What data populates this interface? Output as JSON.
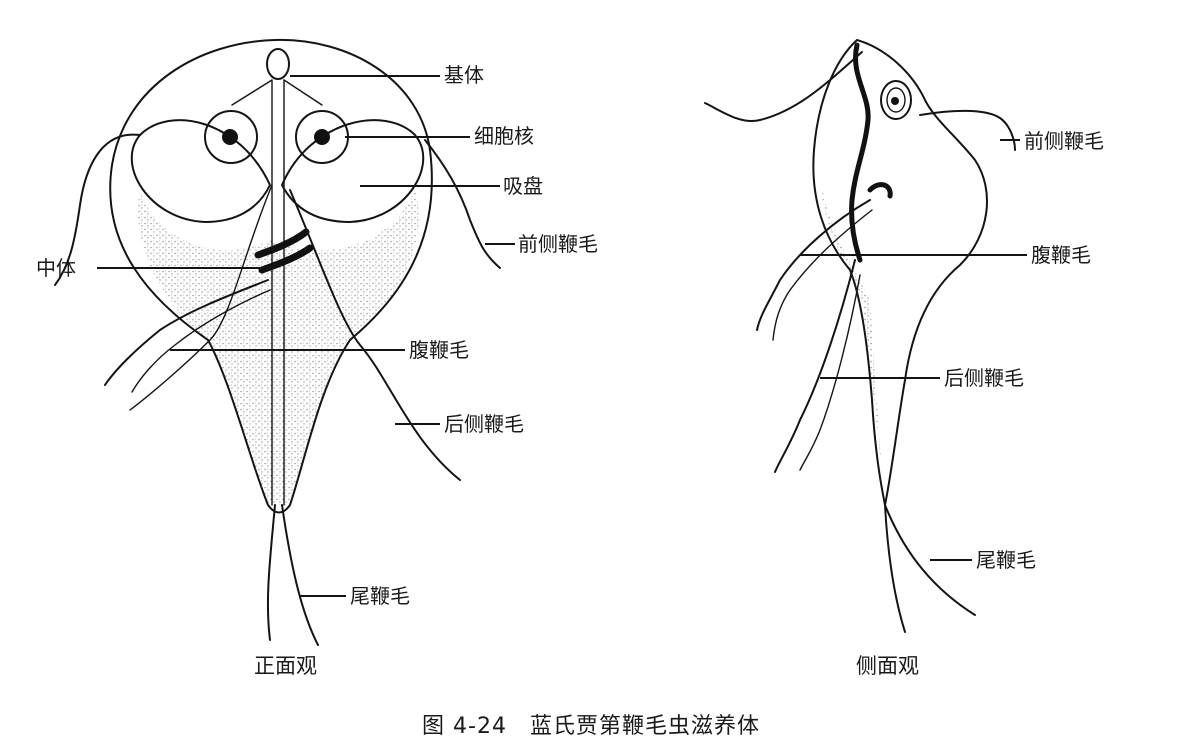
{
  "figure": {
    "caption": "图 4-24　蓝氏贾第鞭毛虫滋养体",
    "front_view": {
      "title": "正面观",
      "labels": {
        "basal_body": "基体",
        "nucleus": "细胞核",
        "sucking_disc": "吸盘",
        "anterior_flagella": "前侧鞭毛",
        "median_body": "中体",
        "ventral_flagella": "腹鞭毛",
        "posterior_flagella": "后侧鞭毛",
        "caudal_flagella": "尾鞭毛"
      }
    },
    "side_view": {
      "title": "侧面观",
      "labels": {
        "anterior_flagella": "前侧鞭毛",
        "ventral_flagella": "腹鞭毛",
        "posterior_flagella": "后侧鞭毛",
        "caudal_flagella": "尾鞭毛"
      }
    }
  }
}
